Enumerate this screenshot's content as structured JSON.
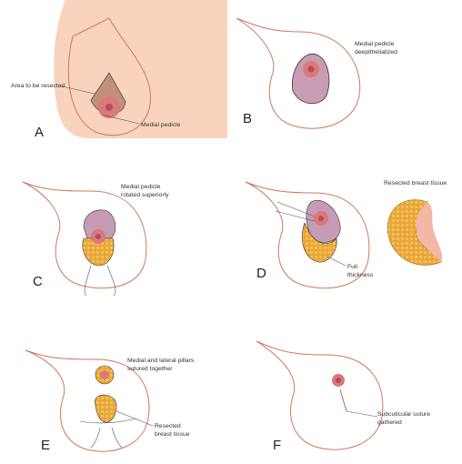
{
  "colors": {
    "skin": "#f4b08f",
    "skin_dark": "#e48f6c",
    "areola": "#d87a78",
    "nipple": "#b8476a",
    "pedicle": "#c79bb5",
    "fat": "#e9a63a",
    "outline": "#333333"
  },
  "panels": [
    {
      "letter": "A",
      "labels": [
        "Area to be resected",
        "Medial pedicle"
      ]
    },
    {
      "letter": "B",
      "labels": [
        "Medial pedicle",
        "deepithelialized"
      ]
    },
    {
      "letter": "C",
      "labels": [
        "Medial pedicle",
        "rotated superiorly"
      ]
    },
    {
      "letter": "D",
      "labels": [
        "Full",
        "thickness",
        "Resected breast tissue"
      ]
    },
    {
      "letter": "E",
      "labels": [
        "Medial and lateral pillars",
        "sutured together",
        "Resected",
        "breast tissue"
      ]
    },
    {
      "letter": "F",
      "labels": [
        "Subcuticular suture",
        "gathered"
      ]
    }
  ]
}
